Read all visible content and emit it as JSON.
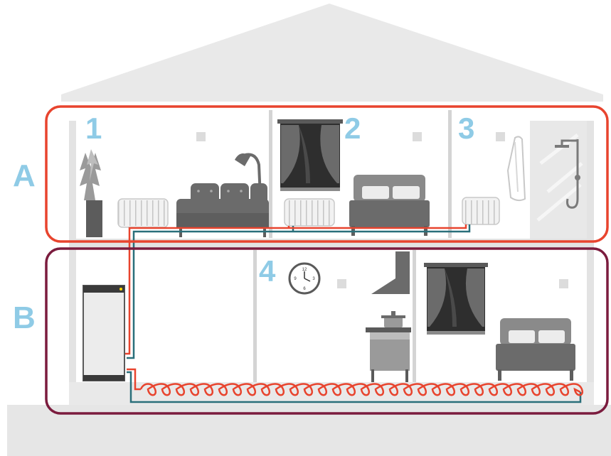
{
  "zones": [
    {
      "letter": "A",
      "name": "upper-floor-zone"
    },
    {
      "letter": "B",
      "name": "ground-floor-zone"
    }
  ],
  "rooms": [
    {
      "number": "1"
    },
    {
      "number": "2"
    },
    {
      "number": "3"
    },
    {
      "number": "4"
    }
  ],
  "clock": {
    "n12": "12",
    "n3": "3",
    "n6": "6",
    "n9": "9"
  },
  "colors": {
    "zone_a": "#e8442e",
    "zone_b": "#7b1c3e",
    "room_numbers": "#8fcbe6",
    "supply_pipe": "#e8442e",
    "return_pipe": "#2a6f7a",
    "house": "#e9e9e9",
    "walls": "#cfcfcf",
    "furniture": "#6b6b6b"
  },
  "icons": [
    "plant-icon",
    "radiator-icon",
    "sofa-icon",
    "lamp-icon",
    "window-icon",
    "bed-icon",
    "towel-icon",
    "shower-icon",
    "heat-pump-icon",
    "clock-icon",
    "range-hood-icon",
    "stove-icon",
    "pot-icon",
    "thermostat-icon",
    "underfloor-heating-icon"
  ]
}
